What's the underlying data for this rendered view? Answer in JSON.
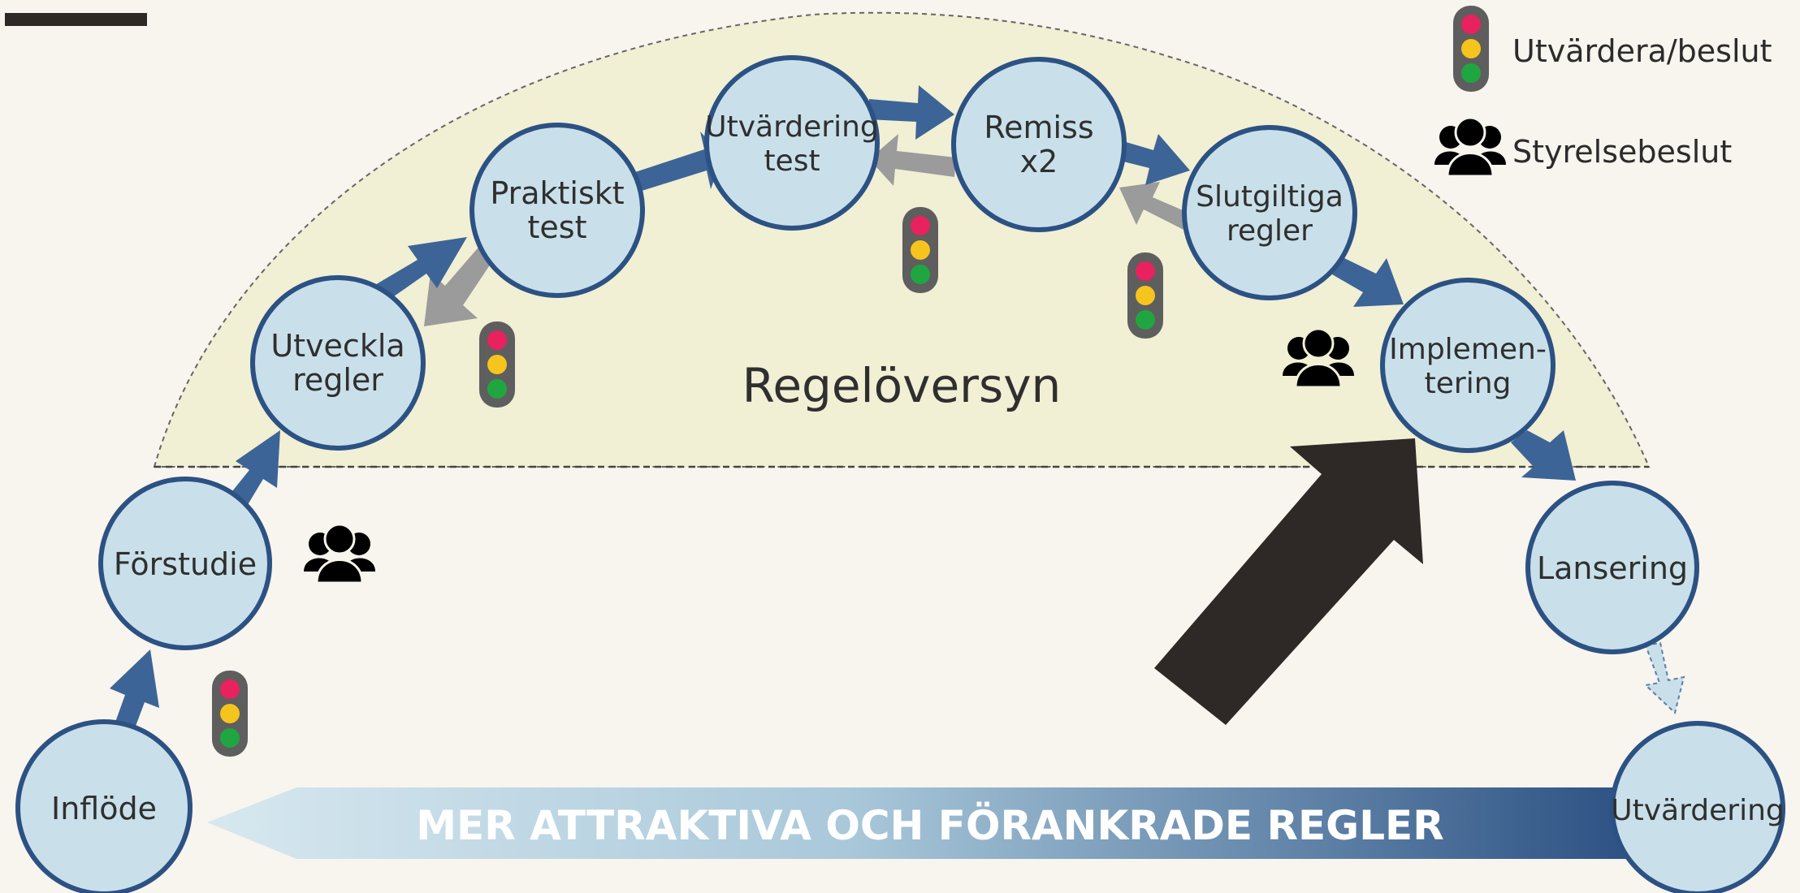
{
  "title": "Regelöversyn",
  "banner": {
    "text": "MER ATTRAKTIVA OCH FÖRANKRADE REGLER"
  },
  "legend": [
    {
      "icon": "traffic-light-icon",
      "label": "Utvärdera/beslut"
    },
    {
      "icon": "people-icon",
      "label": "Styrelsebeslut"
    }
  ],
  "nodes": [
    {
      "id": "infl",
      "lines": [
        "Inflöde"
      ]
    },
    {
      "id": "forst",
      "lines": [
        "Förstudie"
      ]
    },
    {
      "id": "utv",
      "lines": [
        "Utveckla",
        "regler"
      ]
    },
    {
      "id": "prak",
      "lines": [
        "Praktiskt",
        "test"
      ]
    },
    {
      "id": "utvt",
      "lines": [
        "Utvärdering",
        "test"
      ]
    },
    {
      "id": "rem",
      "lines": [
        "Remiss",
        "x2"
      ]
    },
    {
      "id": "slut",
      "lines": [
        "Slutgiltiga",
        "regler"
      ]
    },
    {
      "id": "impl",
      "lines": [
        "Implemen-",
        "tering"
      ]
    },
    {
      "id": "lans",
      "lines": [
        "Lansering"
      ]
    },
    {
      "id": "utvd",
      "lines": [
        "Utvärdering"
      ]
    }
  ],
  "colors": {
    "background": "#f8f4ee",
    "dome": "#f1efd4",
    "node_fill": "#c9e0ea",
    "node_stroke": "#2c5183",
    "arrow_blue": "#3d6496",
    "arrow_gray": "#9b9b9b",
    "red": "#e8215f",
    "yellow": "#f5c51d",
    "green": "#20a640",
    "dark": "#2e2826"
  }
}
